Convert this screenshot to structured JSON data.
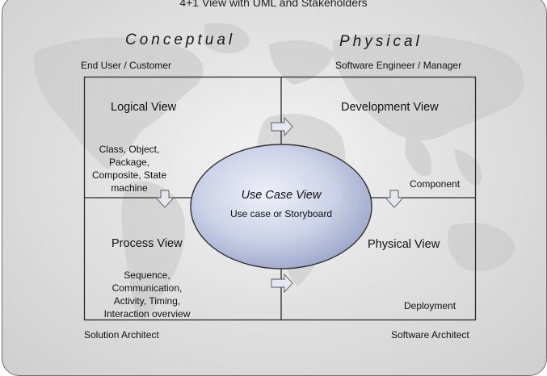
{
  "title": "4+1 View with UML and Stakeholders",
  "headings": {
    "left": "Conceptual",
    "right": "Physical"
  },
  "stakeholders": {
    "top_left": "End User / Customer",
    "top_right": "Software Engineer / Manager",
    "bottom_left": "Solution Architect",
    "bottom_right": "Software Architect"
  },
  "views": {
    "logical": {
      "name": "Logical View",
      "artifacts": [
        "Class, Object,",
        "Package,",
        "Composite, State",
        "machine"
      ]
    },
    "development": {
      "name": "Development View",
      "artifacts": [
        "Component"
      ]
    },
    "process": {
      "name": "Process View",
      "artifacts": [
        "Sequence,",
        "Communication,",
        "Activity, Timing,",
        "Interaction overview"
      ]
    },
    "physical": {
      "name": "Physical View",
      "artifacts": [
        "Deployment"
      ]
    },
    "use_case": {
      "name": "Use Case View",
      "artifacts": [
        "Use case or Storyboard"
      ]
    }
  },
  "colors": {
    "ellipse_fill_center": "#e9ecf7",
    "ellipse_fill_edge": "#a9b3d3",
    "frame": "#2a2a2a",
    "arrow_fill": "#dfe3ec",
    "map": "#c9c9c9"
  }
}
